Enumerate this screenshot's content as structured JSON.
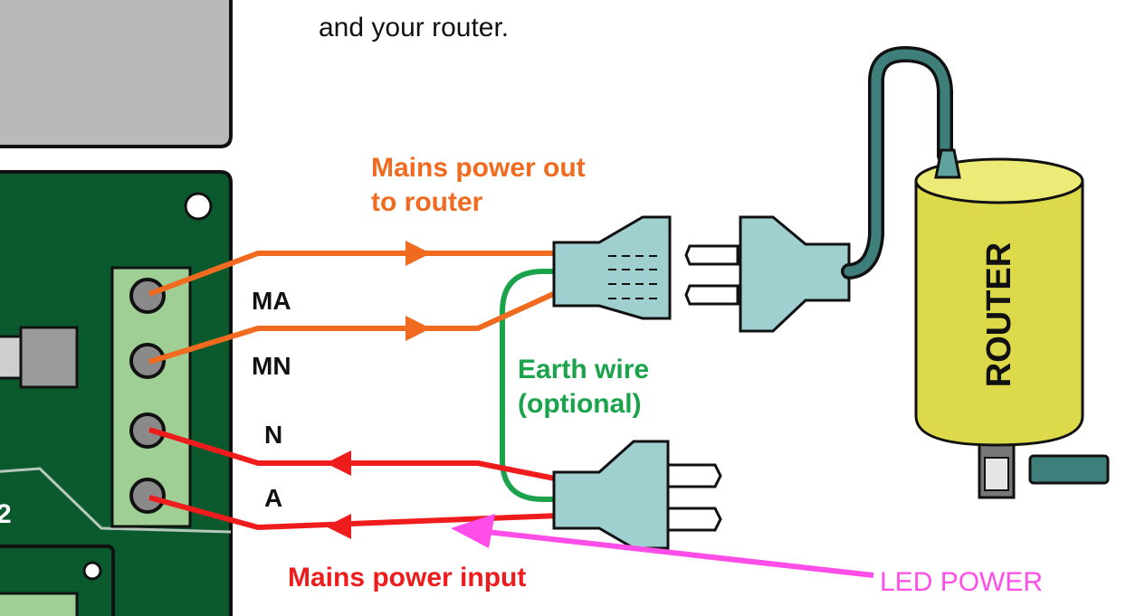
{
  "intro_text": "and your router.",
  "labels": {
    "mains_out_line1": "Mains power out",
    "mains_out_line2": "to router",
    "terminal_ma": "MA",
    "terminal_mn": "MN",
    "terminal_n": "N",
    "terminal_a": "A",
    "earth_line1": "Earth wire",
    "earth_line2": "(optional)",
    "mains_input": "Mains power input",
    "led_power": "LED POWER",
    "board_number": "2",
    "router": "ROUTER"
  },
  "colors": {
    "board_green": "#0b5a2e",
    "terminal_block": "#9fcf94",
    "terminal_screw": "#8a8a8a",
    "mains_out_wire": "#f06a1f",
    "mains_in_wire": "#ee1c1c",
    "earth_wire": "#1aa34a",
    "led_arrow": "#ff4de8",
    "plug": "#9fcfcf",
    "router_body": "#dcd94a",
    "router_cable": "#3f7f7b",
    "grey_panel": "#b9b9b9"
  }
}
